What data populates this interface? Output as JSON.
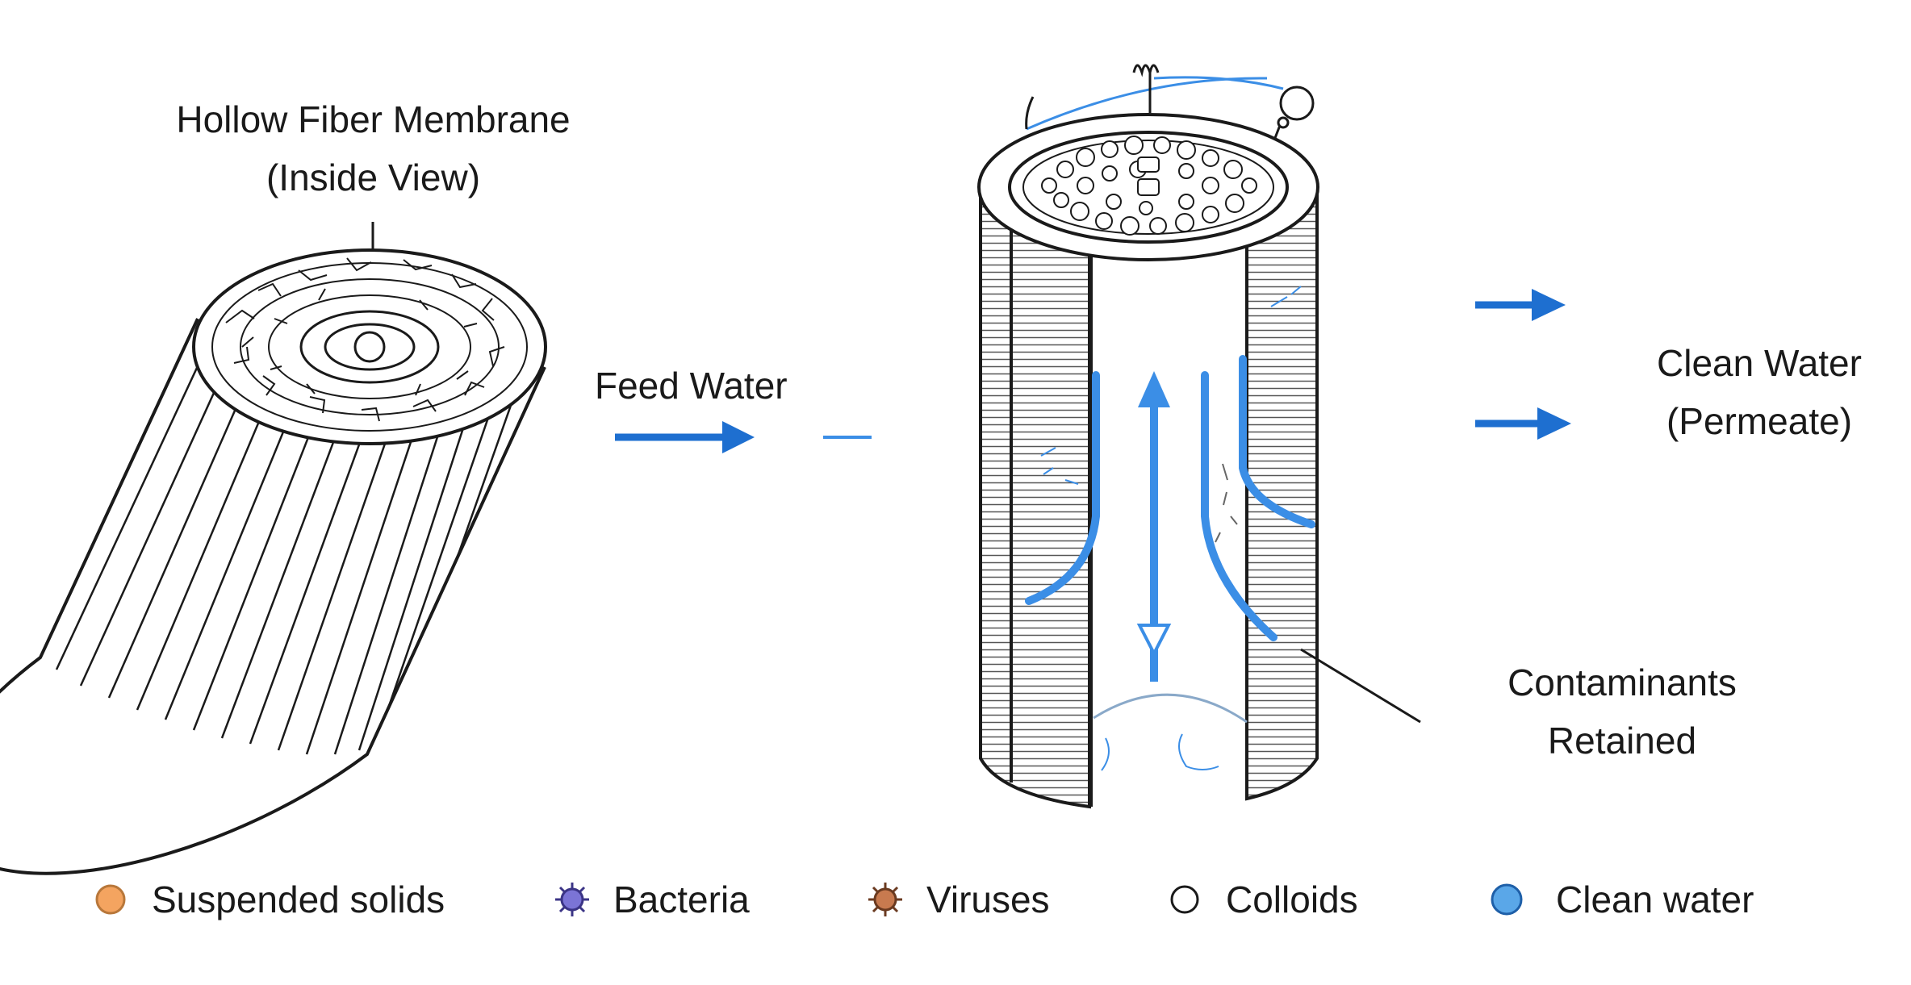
{
  "labels": {
    "membrane_title_line1": "Hollow Fiber Membrane",
    "membrane_title_line2": "(Inside View)",
    "feed_water": "Feed Water",
    "clean_water_line1": "Clean Water",
    "clean_water_line2": "(Permeate)",
    "contaminants_line1": "Contaminants",
    "contaminants_line2": "Retained"
  },
  "legend": {
    "items": [
      {
        "label": "Suspended solids",
        "icon": "circle-icon",
        "color": "#f4a460"
      },
      {
        "label": "Bacteria",
        "icon": "spiky-circle-icon",
        "color": "#7b74d6"
      },
      {
        "label": "Viruses",
        "icon": "spiky-circle-icon",
        "color": "#c87a4f"
      },
      {
        "label": "Colloids",
        "icon": "circle-icon",
        "color": "#ffffff"
      },
      {
        "label": "Clean water",
        "icon": "circle-icon",
        "color": "#5aa7e8"
      }
    ]
  },
  "colors": {
    "arrow_blue": "#1e6fd0",
    "flow_blue": "#3b8ee6",
    "line": "#1a1a1a"
  }
}
